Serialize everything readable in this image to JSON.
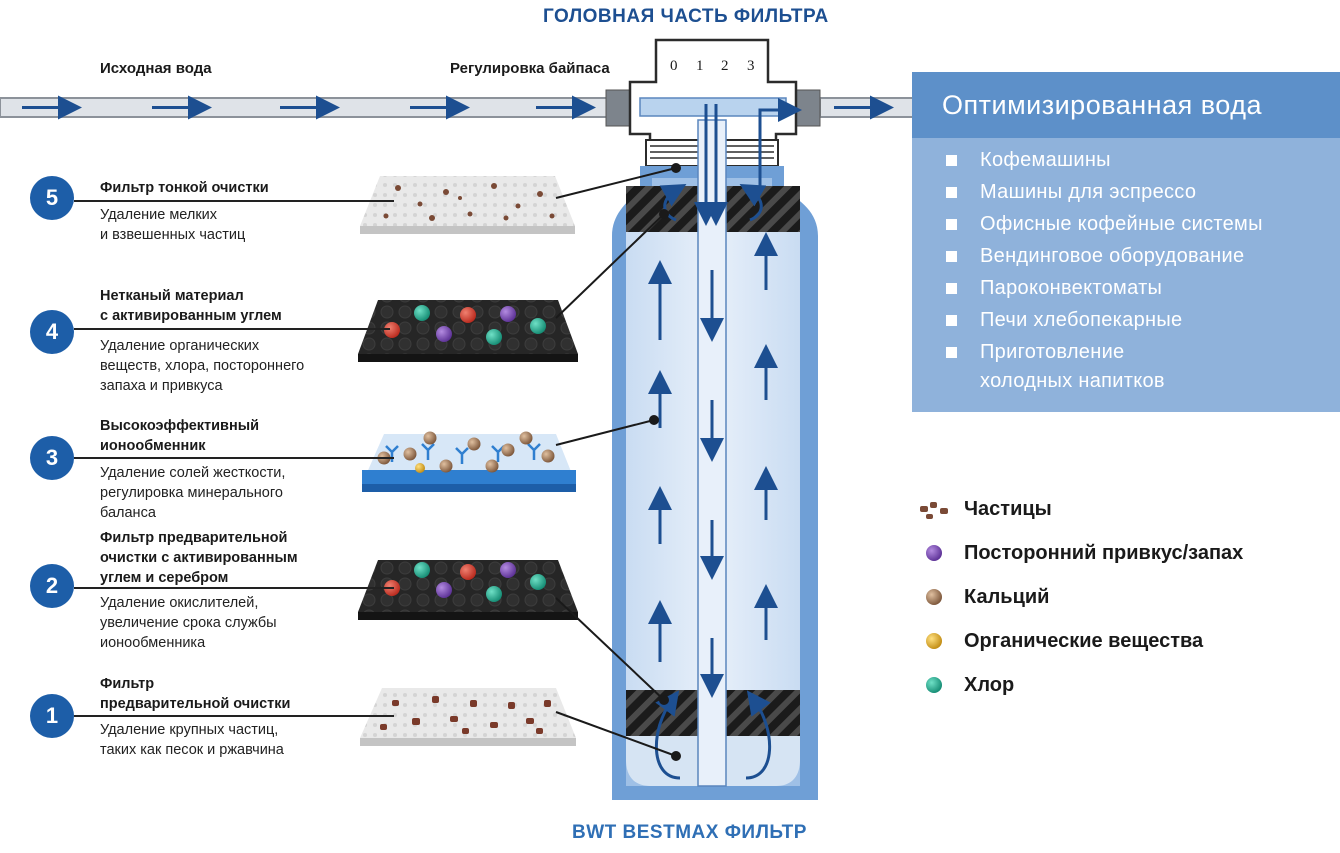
{
  "header": {
    "title": "ГОЛОВНАЯ ЧАСТЬ ФИЛЬТРА"
  },
  "footer": {
    "title": "BWT BESTMAX ФИЛЬТР"
  },
  "pipe": {
    "inlet_label": "Исходная вода",
    "bypass_label": "Регулировка байпаса"
  },
  "head_dial": [
    "0",
    "1",
    "2",
    "3"
  ],
  "stages": [
    {
      "num": "5",
      "name": "Фильтр тонкой очистки",
      "desc": "Удаление мелких\nи взвешенных частиц"
    },
    {
      "num": "4",
      "name": "Нетканый материал\nс активированным углем",
      "desc": "Удаление органических\nвеществ, хлора, постороннего\nзапаха и привкуса"
    },
    {
      "num": "3",
      "name": "Высокоэффективный\nионообменник",
      "desc": "Удаление солей жесткости,\nрегулировка минерального\nбаланса"
    },
    {
      "num": "2",
      "name": "Фильтр предварительной\nочистки с активированным\nуглем и серебром",
      "desc": "Удаление окислителей,\nувеличение срока службы\nионообменника"
    },
    {
      "num": "1",
      "name": "Фильтр\nпредварительной очистки",
      "desc": "Удаление крупных частиц,\nтаких как песок и ржавчина"
    }
  ],
  "panel": {
    "title": "Оптимизированная вода",
    "items": [
      "Кофемашины",
      "Машины для эспрессо",
      "Офисные кофейные системы",
      "Вендинговое оборудование",
      "Пароконвектоматы",
      "Печи хлебопекарные",
      "Приготовление\nхолодных напитков"
    ]
  },
  "legend": [
    {
      "label": "Частицы",
      "icon": "particles-icon",
      "color": "#7a4a36"
    },
    {
      "label": "Посторонний привкус/запах",
      "icon": "taste-odor-icon",
      "color": "#6a3f9e"
    },
    {
      "label": "Кальций",
      "icon": "calcium-icon",
      "color": "#8a6a52"
    },
    {
      "label": "Органические вещества",
      "icon": "organics-icon",
      "color": "#d9a020"
    },
    {
      "label": "Хлор",
      "icon": "chlorine-icon",
      "color": "#20a98f"
    }
  ],
  "colors": {
    "accent": "#1d5ea8",
    "pipe": "#b8bcc2",
    "flow_arrow": "#1d4f91",
    "panel_bg": "#8fb2db",
    "panel_head": "#5d90c9"
  }
}
